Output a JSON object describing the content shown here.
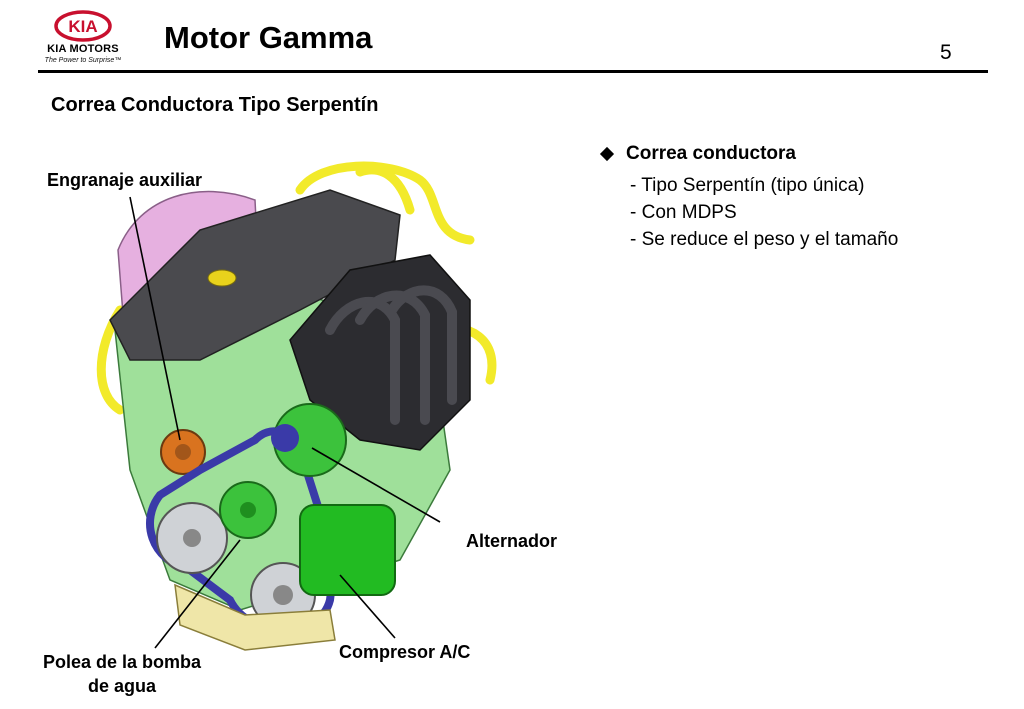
{
  "header": {
    "logo": {
      "mark": "KIA",
      "brand": "KIA MOTORS",
      "tagline": "The Power to Surprise™"
    },
    "title": "Motor Gamma",
    "page_number": "5"
  },
  "subtitle": "Correa Conductora Tipo Serpentín",
  "bullet": {
    "title": "Correa conductora",
    "items": [
      "- Tipo Serpentín (tipo única)",
      "- Con MDPS",
      "- Se reduce el peso y el tamaño"
    ]
  },
  "labels": {
    "auxiliary_gear": "Engranaje auxiliar",
    "alternator": "Alternador",
    "ac_compressor": "Compresor A/C",
    "water_pump_pulley_line1": "Polea de la bomba",
    "water_pump_pulley_line2": "de agua"
  },
  "colors": {
    "logo_red": "#c8102e",
    "belt": "#3a3aa8",
    "alternator": "#3cc23c",
    "compressor": "#22bb22",
    "engine_block": "#9fe09a",
    "valve_cover": "#4a4a4e",
    "intake_manifold": "#2c2c30",
    "timing_cover": "#e6b0e0",
    "hoses": "#f2ea2a"
  },
  "icons": [
    "kia-logo-icon",
    "bullet-diamond-icon",
    "engine-illustration"
  ]
}
